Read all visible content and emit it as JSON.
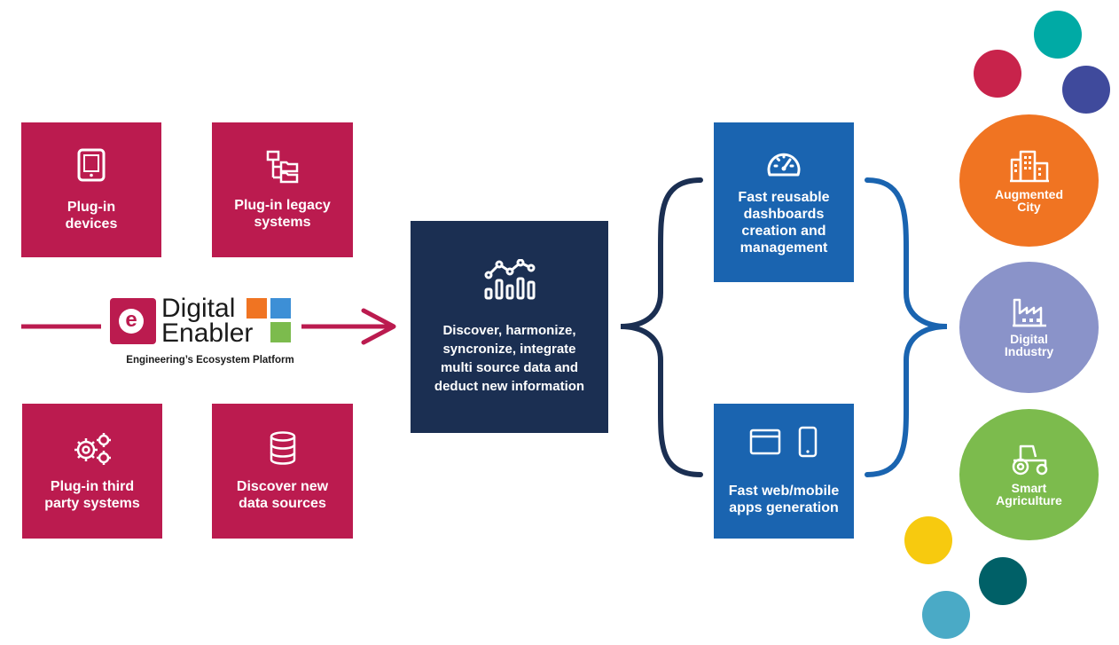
{
  "sources": {
    "devices": "Plug-in\ndevices",
    "legacy": "Plug-in legacy\nsystems",
    "third_party": "Plug-in third\nparty systems",
    "data_sources": "Discover new\ndata sources"
  },
  "logo": {
    "badge_letter": "e",
    "wordmark": "Digital\nEnabler",
    "tagline": "Engineering’s Ecosystem Platform"
  },
  "core": {
    "label": "Discover, harmonize,\nsyncronize, integrate\nmulti source data and\ndeduct new information"
  },
  "outputs": {
    "dashboards": "Fast reusable\ndashboards\ncreation and\nmanagement",
    "apps": "Fast web/mobile\napps generation"
  },
  "domains": {
    "city": "Augmented\nCity",
    "industry": "Digital\nIndustry",
    "agriculture": "Smart\nAgriculture"
  },
  "colors": {
    "crimson": "#bb1b4f",
    "navy": "#1b2f52",
    "blue": "#1a64b0",
    "orange": "#f07422",
    "lavender": "#8a93c9",
    "green": "#7cbb4d",
    "teal": "#00aaa5",
    "indigo": "#3f4a9c",
    "yellow": "#f7ca0f",
    "dark_teal": "#006067",
    "light_blue": "#4aaac6"
  }
}
